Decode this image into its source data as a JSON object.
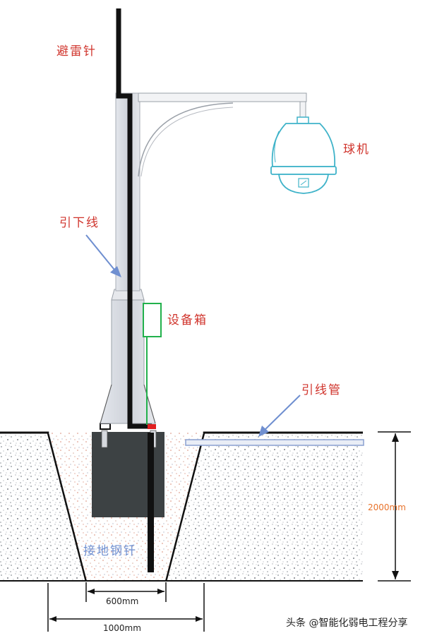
{
  "labels": {
    "lightning_rod": "避雷针",
    "camera": "球机",
    "down_conductor": "引下线",
    "equipment_box": "设备箱",
    "conduit": "引线管",
    "ground_rod": "接地钢钎",
    "depth": "2000mm",
    "bottom_width": "600mm",
    "top_width": "1000mm"
  },
  "watermark": "头条 @智能化弱电工程分享",
  "colors": {
    "label_red": "#d0342c",
    "label_blue": "#6f8fd0",
    "camera_cyan": "#3fb3c9",
    "pole_gray": "#d0d4dc",
    "concrete": "#c7cbd0",
    "foundation": "#3d4244",
    "ground_wire_green": "#22b14c"
  }
}
